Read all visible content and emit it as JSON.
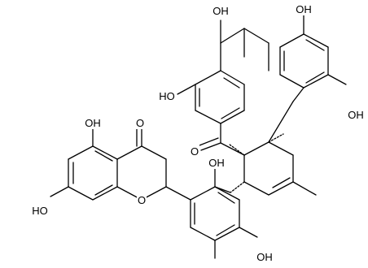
{
  "labels": {
    "oh_top_center": "OH",
    "oh_top_right": "OH",
    "oh_upper_left_ring": "HO",
    "oh_right_ring": "OH",
    "ketone_o": "O",
    "carbonyl_o": "O",
    "oh_5_position": "OH",
    "oh_center_ring": "OH",
    "oh_7_position": "HO",
    "ring_o": "O",
    "oh_bottom_center": "OH"
  },
  "colors": {
    "ink": "#000000",
    "background": "#ffffff"
  }
}
